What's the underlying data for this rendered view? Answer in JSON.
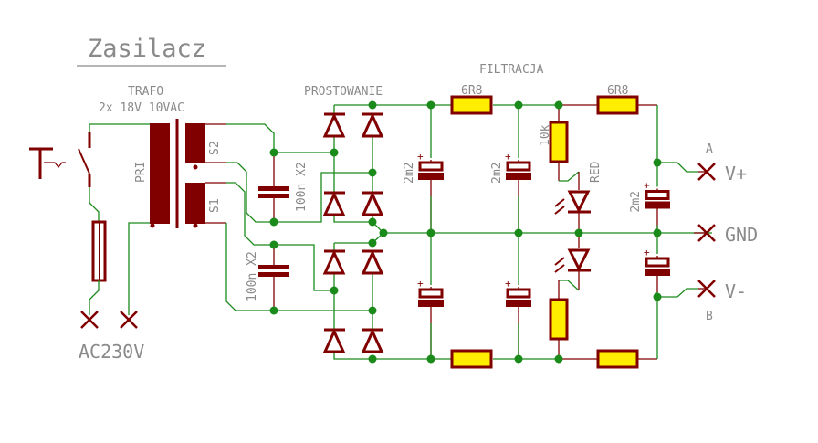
{
  "title": "Zasilacz",
  "sections": {
    "transformer": "TRAFO",
    "transformer_spec": "2x 18V 10VAC",
    "rectifier": "PROSTOWANIE",
    "filter": "FILTRACJA"
  },
  "transformer": {
    "primary_label": "PRI",
    "secondary_labels": [
      "S2",
      "S1"
    ]
  },
  "mains_label": "AC230V",
  "capacitors": {
    "ceramic_value": "100n X2",
    "electrolytic_value": "2m2"
  },
  "resistors": {
    "series_value": "6R8",
    "led_value": "10k"
  },
  "led": {
    "color_label": "RED"
  },
  "outputs": [
    {
      "name": "V+",
      "pin": "A"
    },
    {
      "name": "GND",
      "pin": ""
    },
    {
      "name": "V-",
      "pin": "B"
    }
  ],
  "colors": {
    "wire": "#1a8a1a",
    "part": "#800000",
    "resistor_fill": "#ffee00",
    "label": "#8a8a8a"
  }
}
